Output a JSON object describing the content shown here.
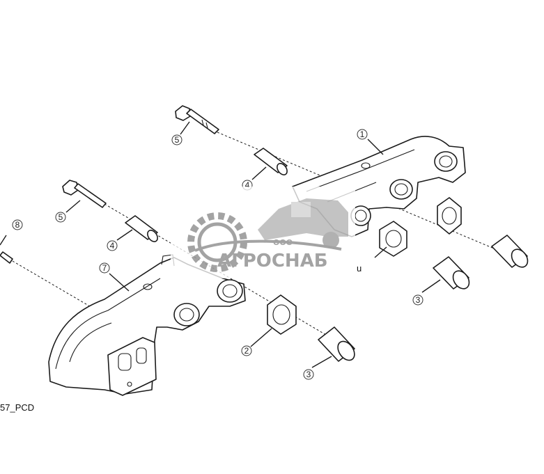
{
  "diagram": {
    "caption": "57_PCD",
    "stray_mark": "u",
    "callouts": [
      "1",
      "2",
      "3",
      "4",
      "5",
      "7",
      "8"
    ]
  },
  "watermark": {
    "company_form": "ООО",
    "company_name": "АГРОСНАБ",
    "color": "#9a9a9a"
  }
}
